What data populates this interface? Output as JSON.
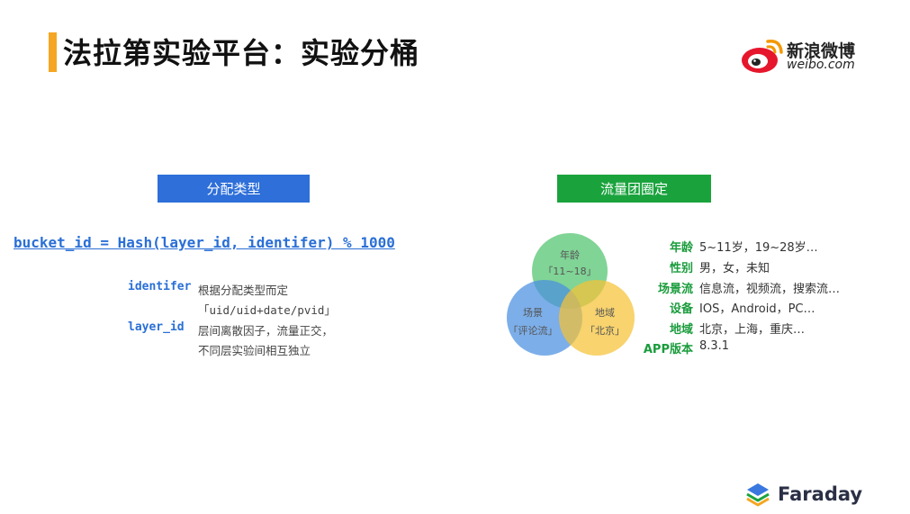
{
  "header": {
    "title": "法拉第实验平台：实验分桶",
    "accent_color": "#f5a623"
  },
  "weibo_logo": {
    "name_cn": "新浪微博",
    "name_en": "weibo.com",
    "icon": "weibo-eye-icon"
  },
  "left_panel": {
    "badge": "分配类型",
    "badge_color": "#2e6fd9",
    "formula": "bucket_id = Hash(layer_id, identifer) % 1000",
    "params": [
      {
        "key": "identifer",
        "lines": [
          "根据分配类型而定",
          "「uid/uid+date/pvid」"
        ]
      },
      {
        "key": "layer_id",
        "lines": [
          "层间离散因子，流量正交，",
          "不同层实验间相互独立"
        ]
      }
    ]
  },
  "right_panel": {
    "badge": "流量团圈定",
    "badge_color": "#1aa33d",
    "venn": [
      {
        "label": "年龄",
        "sub": "「11~18」",
        "color": "#4fc46e"
      },
      {
        "label": "场景",
        "sub": "「评论流」",
        "color": "#4a8fe0"
      },
      {
        "label": "地域",
        "sub": "「北京」",
        "color": "#f5c236"
      }
    ],
    "attributes": [
      {
        "key": "年龄",
        "value": "5~11岁，19~28岁…"
      },
      {
        "key": "性别",
        "value": "男，女，未知"
      },
      {
        "key": "场景流",
        "value": "信息流，视频流，搜索流…"
      },
      {
        "key": "设备",
        "value": "IOS，Android，PC…"
      },
      {
        "key": "地域",
        "value": "北京，上海，重庆…"
      },
      {
        "key": "APP版本",
        "value": "8.3.1"
      }
    ]
  },
  "footer": {
    "brand": "Faraday",
    "icon": "faraday-layers-icon"
  }
}
